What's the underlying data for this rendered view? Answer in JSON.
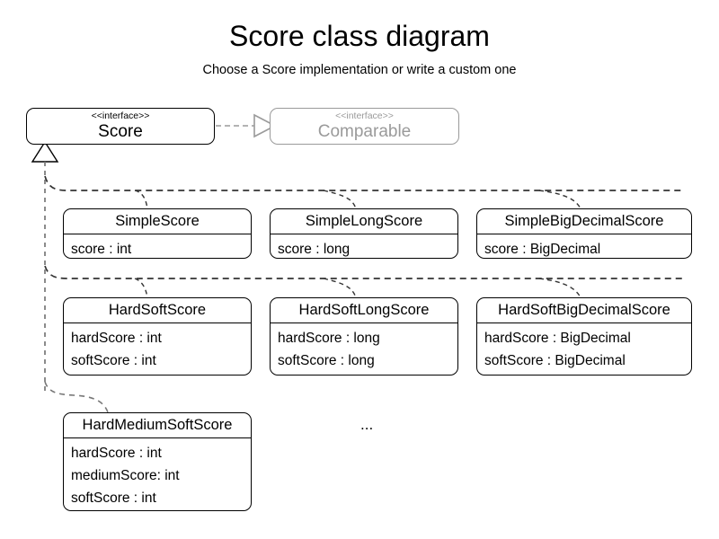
{
  "header": {
    "title": "Score class diagram",
    "subtitle": "Choose a Score implementation or write a custom one"
  },
  "colors": {
    "stroke": "#000000",
    "muted_stroke": "#9a9a9a",
    "connector": "#555555",
    "background": "#ffffff"
  },
  "interfaces": [
    {
      "key": "score",
      "stereotype": "<<interface>>",
      "name": "Score",
      "muted": false
    },
    {
      "key": "comparable",
      "stereotype": "<<interface>>",
      "name": "Comparable",
      "muted": true
    }
  ],
  "classes": [
    {
      "key": "simple_score",
      "name": "SimpleScore",
      "attributes": [
        "score : int"
      ]
    },
    {
      "key": "simple_long_score",
      "name": "SimpleLongScore",
      "attributes": [
        "score : long"
      ]
    },
    {
      "key": "simple_big_decimal_score",
      "name": "SimpleBigDecimalScore",
      "attributes": [
        "score : BigDecimal"
      ]
    },
    {
      "key": "hard_soft_score",
      "name": "HardSoftScore",
      "attributes": [
        "hardScore : int",
        "softScore : int"
      ]
    },
    {
      "key": "hard_soft_long_score",
      "name": "HardSoftLongScore",
      "attributes": [
        "hardScore : long",
        "softScore : long"
      ]
    },
    {
      "key": "hard_soft_big_decimal_score",
      "name": "HardSoftBigDecimalScore",
      "attributes": [
        "hardScore : BigDecimal",
        "softScore : BigDecimal"
      ]
    },
    {
      "key": "hard_medium_soft_score",
      "name": "HardMediumSoftScore",
      "attributes": [
        "hardScore : int",
        "mediumScore: int",
        "softScore : int"
      ]
    }
  ],
  "markers": {
    "more_classes": "..."
  },
  "relations": {
    "score_implements_comparable": "realization",
    "implementations_of_score": "realization"
  }
}
